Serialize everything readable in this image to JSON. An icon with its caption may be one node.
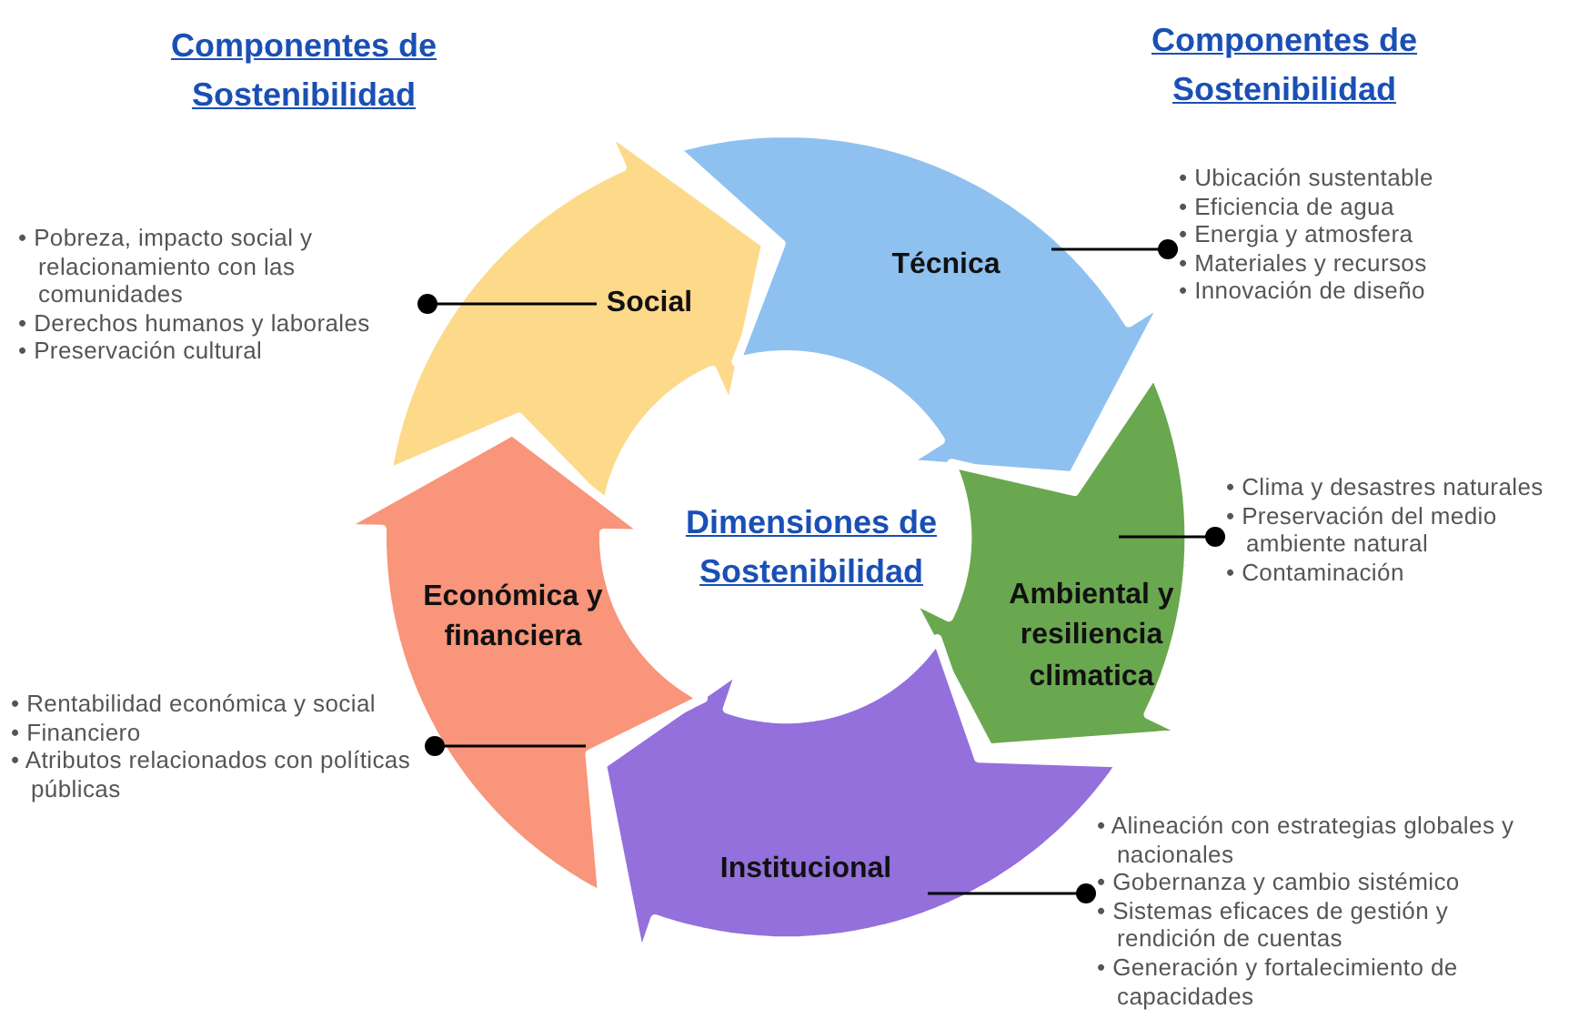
{
  "diagram": {
    "nodes": [
      {
        "text": [
          "Social"
        ]
      },
      {
        "text": [
          "Técnica"
        ]
      },
      {
        "text": [
          "Ambiental y resiliencia climatica"
        ]
      },
      {
        "text": [
          "Institucional"
        ]
      },
      {
        "text": [
          "Económica y financiera"
        ]
      },
      {
        "text": [
          "• Pobreza, impacto social y relacionamiento con las comunidades",
          "• Derechos humanos y laborales",
          "• Preservación cultural"
        ]
      },
      {
        "text": [
          "• Ubicación sustentable",
          "• Eficiencia de agua",
          "• Energia y atmosfera",
          "• Materiales y recursos",
          "• Innovación de diseño"
        ]
      },
      {
        "text": [
          "• Clima y desastres naturales",
          "• Preservación del medio ambiente natural",
          "• Contaminación"
        ]
      },
      {
        "text": [
          "• Alineación con estrategias globales y nacionales",
          "• Gobernanza y cambio sistémico",
          "• Sistemas eficaces de gestión y rendición de cuentas",
          "• Generación y fortalecimiento de capacidades"
        ]
      },
      {
        "text": [
          "• Rentabilidad económica y social",
          "• Financiero",
          "• Atributos relacionados con políticas públicas"
        ]
      }
    ],
    "edges": [
      {
        "from": 0,
        "to": 5,
        "arrow": "other"
      },
      {
        "from": 1,
        "to": 6,
        "arrow": "other"
      },
      {
        "from": 2,
        "to": 7,
        "arrow": "other"
      },
      {
        "from": 3,
        "to": 8,
        "arrow": "other"
      },
      {
        "from": 4,
        "to": 9,
        "arrow": "other"
      }
    ],
    "labels": [
      "Componentes de Sostenibilidad",
      "Componentes de Sostenibilidad",
      "Dimensiones de Sostenibilidad"
    ]
  }
}
